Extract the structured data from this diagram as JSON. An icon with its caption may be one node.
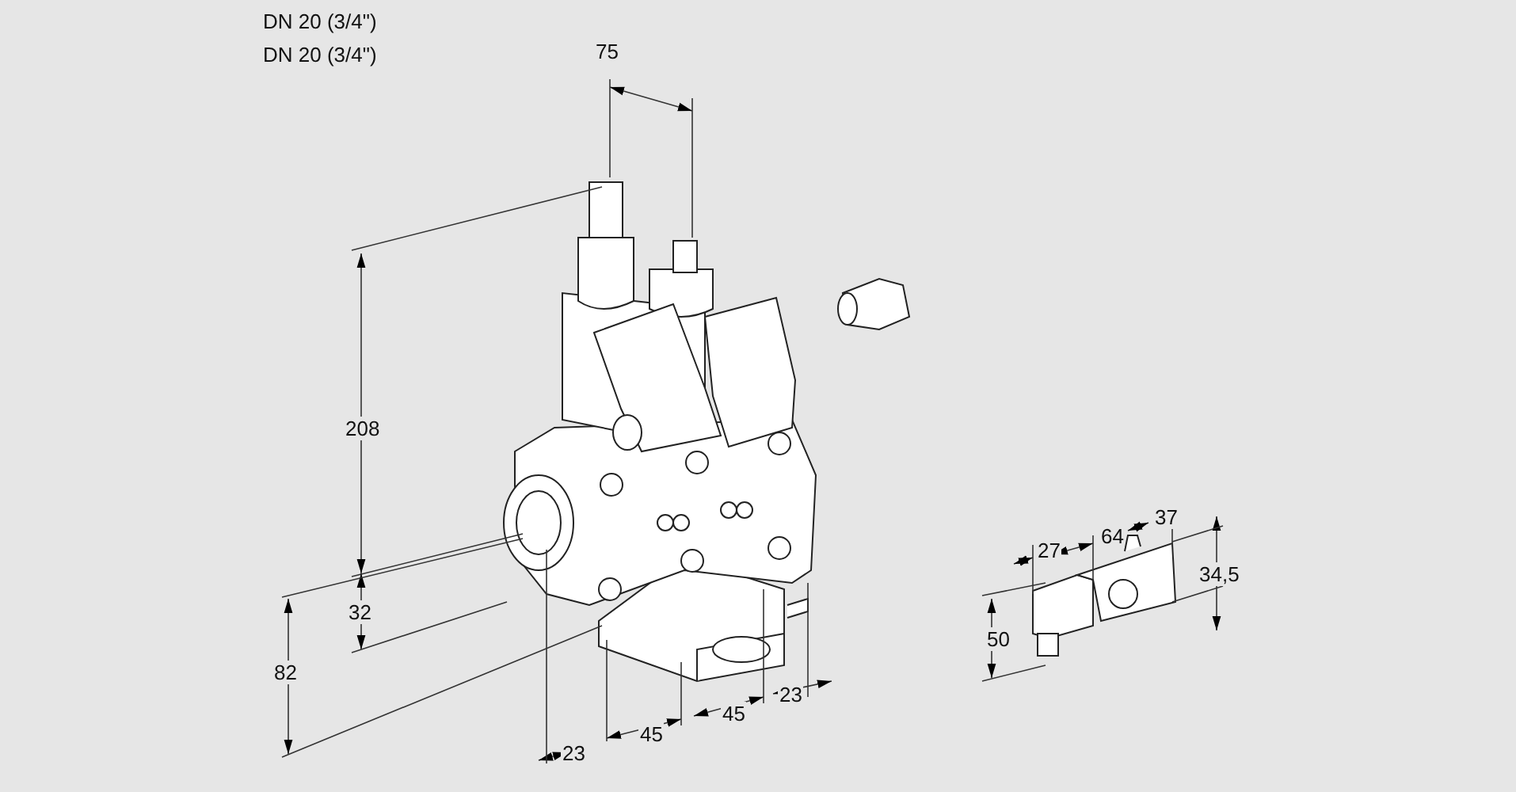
{
  "diagram": {
    "labels": [
      "DN 20 (3/4\")",
      "DN 20 (3/4\")",
      "75",
      "208",
      "37",
      "64",
      "27",
      "34,5",
      "32",
      "50",
      "82",
      "23",
      "45",
      "45",
      "23"
    ]
  }
}
